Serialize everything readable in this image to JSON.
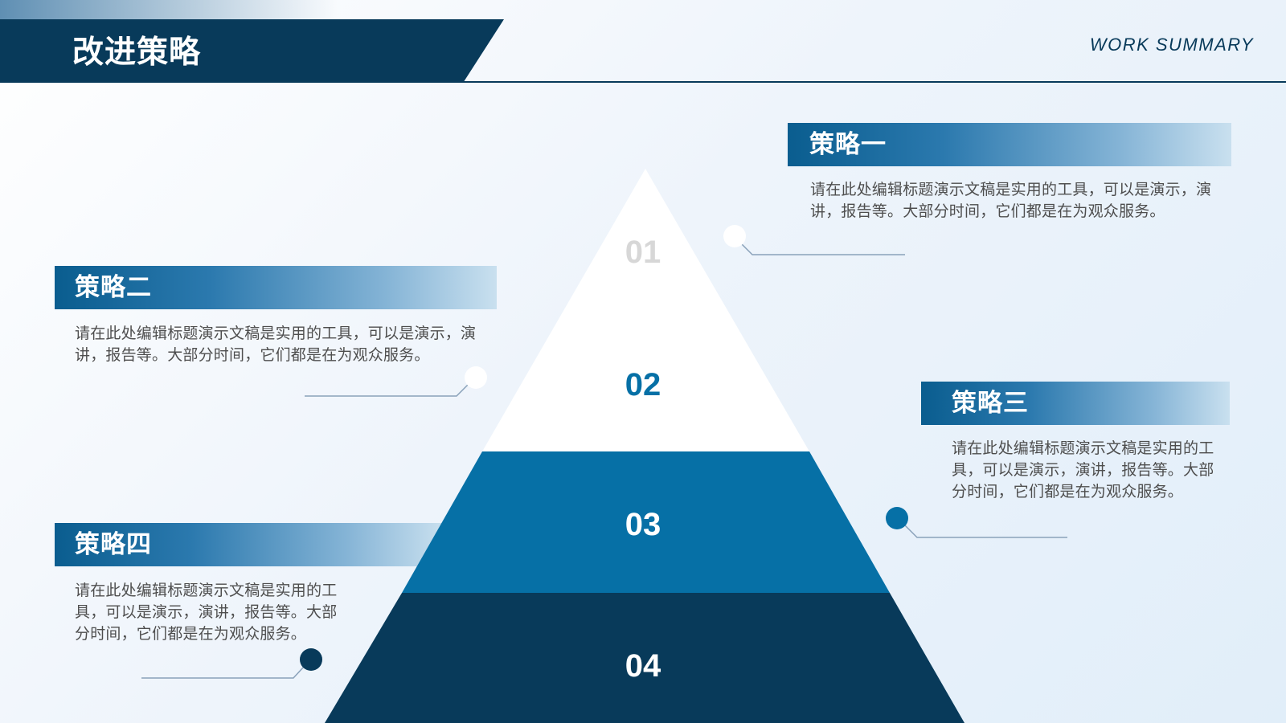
{
  "header": {
    "title": "改进策略",
    "subtitle": "WORK  SUMMARY"
  },
  "strategies": [
    {
      "title": "策略一",
      "description": "请在此处编辑标题演示文稿是实用的工具，可以是演示，演\n讲，报告等。大部分时间，它们都是在为观众服务。"
    },
    {
      "title": "策略二",
      "description": "请在此处编辑标题演示文稿是实用的工具，可以是演示，演\n讲，报告等。大部分时间，它们都是在为观众服务。"
    },
    {
      "title": "策略三",
      "description": "请在此处编辑标题演示文稿是实用的工\n具，可以是演示，演讲，报告等。大部\n分时间，它们都是在为观众服务。"
    },
    {
      "title": "策略四",
      "description": "请在此处编辑标题演示文稿是实用的工\n具，可以是演示，演讲，报告等。大部\n分时间，它们都是在为观众服务。"
    }
  ],
  "pyramid": {
    "levels": [
      "01",
      "02",
      "03",
      "04"
    ]
  },
  "colors": {
    "navy": "#083a5a",
    "blue": "#0670a6",
    "white": "#ffffff",
    "light_gray_text": "#d5d5d5",
    "line_color": "#8aa2ba"
  }
}
